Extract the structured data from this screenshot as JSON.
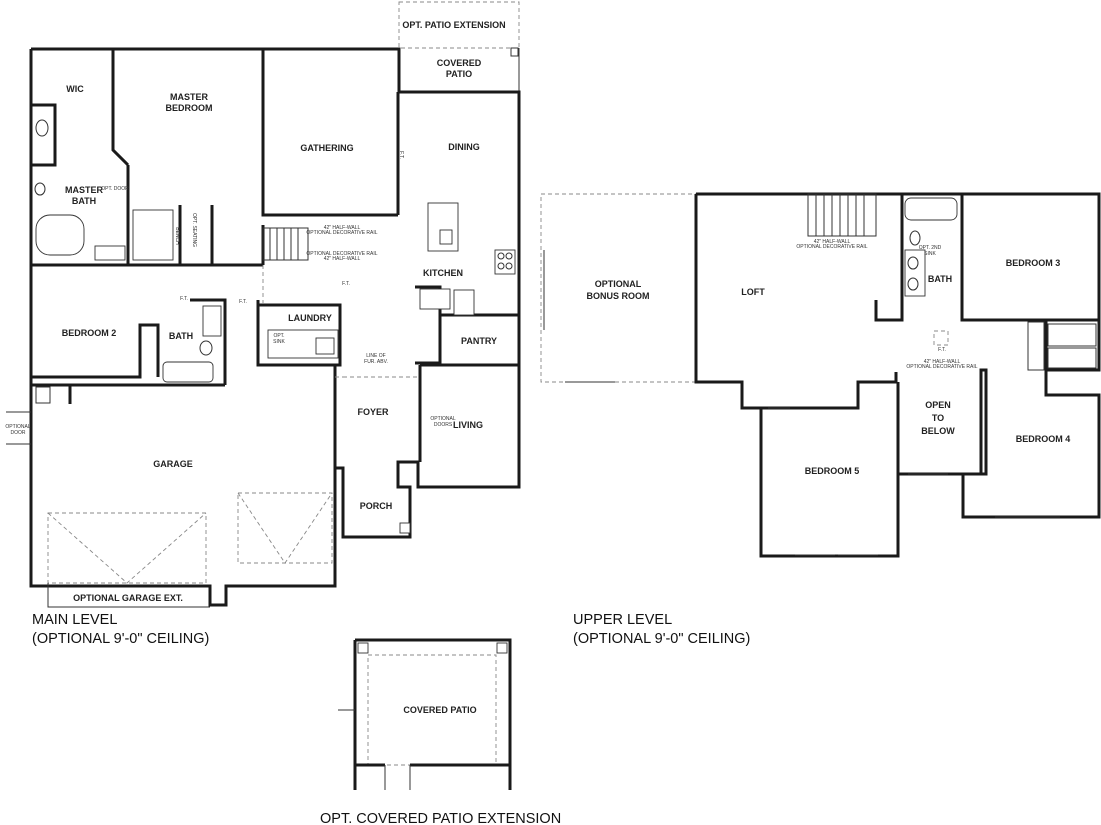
{
  "rooms": {
    "opt_patio_extension": "OPT. PATIO EXTENSION",
    "covered_patio_1": "COVERED",
    "covered_patio_2": "PATIO",
    "wic": "WIC",
    "master_bedroom_1": "MASTER",
    "master_bedroom_2": "BEDROOM",
    "gathering": "GATHERING",
    "dining": "DINING",
    "master_bath_1": "MASTER",
    "master_bath_2": "BATH",
    "opt_door": "OPT. DOOR",
    "bench": "BENCH",
    "opt_seating": "OPT. SEATING",
    "half_wall_1": "42\" HALF-WALL",
    "half_wall_2": "OPTIONAL DECORATIVE RAIL",
    "opt_rail_1": "OPTIONAL DECORATIVE RAIL",
    "opt_rail_2": "42\" HALF-WALL",
    "kitchen": "KITCHEN",
    "bedroom_2": "BEDROOM 2",
    "bath_main": "BATH",
    "laundry": "LAUNDRY",
    "opt_sink_1": "OPT.",
    "opt_sink_2": "SINK",
    "pantry": "PANTRY",
    "line_of_fur_1": "LINE OF",
    "line_of_fur_2": "FUR. ABV.",
    "foyer": "FOYER",
    "optional_doors_1": "OPTIONAL",
    "optional_doors_2": "DOORS",
    "living": "LIVING",
    "optional_door_1": "OPTIONAL",
    "optional_door_2": "DOOR",
    "garage": "GARAGE",
    "porch": "PORCH",
    "optional_garage_ext": "OPTIONAL GARAGE EXT.",
    "ft": "F.T.",
    "optional_bonus_1": "OPTIONAL",
    "optional_bonus_2": "BONUS ROOM",
    "loft": "LOFT",
    "upper_half_wall_1": "42\" HALF-WALL",
    "upper_half_wall_2": "OPTIONAL DECORATIVE RAIL",
    "opt_2nd_sink_1": "OPT. 2ND",
    "opt_2nd_sink_2": "SINK",
    "bath_upper": "BATH",
    "bedroom_3": "BEDROOM 3",
    "open_to_below_1": "OPEN",
    "open_to_below_2": "TO",
    "open_to_below_3": "BELOW",
    "bedroom_4": "BEDROOM 4",
    "bedroom_5": "BEDROOM 5",
    "covered_patio_ext": "COVERED PATIO"
  },
  "captions": {
    "main_level_1": "MAIN LEVEL",
    "main_level_2": "(OPTIONAL 9'-0\" CEILING)",
    "upper_level_1": "UPPER LEVEL",
    "upper_level_2": "(OPTIONAL 9'-0\" CEILING)",
    "opt_covered_patio_ext": "OPT. COVERED PATIO EXTENSION"
  }
}
